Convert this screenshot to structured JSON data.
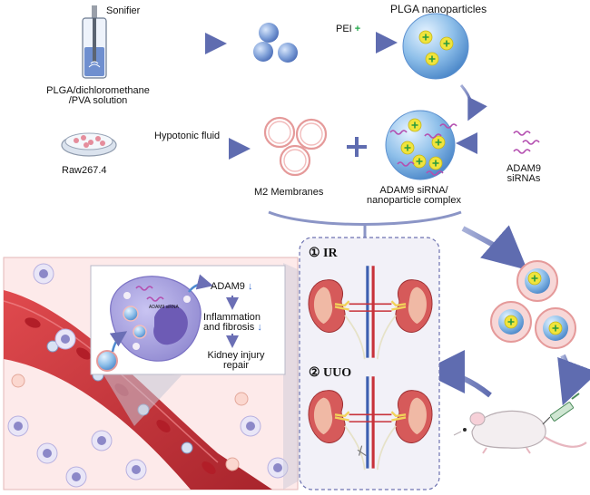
{
  "labels": {
    "sonifier": "Sonifier",
    "solution_line1": "PLGA/dichloromethane",
    "solution_line2": "/PVA solution",
    "pei": "PEI",
    "pei_plus": "+",
    "plga_nanoparticles": "PLGA nanoparticles",
    "raw_cells": "Raw267.4",
    "hypotonic_fluid": "Hypotonic fluid",
    "m2_membranes": "M2 Membranes",
    "complex_line1": "ADAM9 siRNA/",
    "complex_line2": "nanoparticle complex",
    "adam9_line1": "ADAM9",
    "adam9_line2": "siRNAs",
    "ir": "① IR",
    "uuo": "② UUO",
    "cell_adam9": "ADAM9",
    "cell_adam9_arrow": "↓",
    "inflammation_line1": "Inflammation",
    "inflammation_line2": "and fibrosis",
    "inflammation_arrow": "↓",
    "repair_line1": "Kidney injury",
    "repair_line2": "repair",
    "sirna_tag": "ADAM9 siRNA"
  },
  "colors": {
    "arrow": "#7d88bf",
    "particle": "#7fa0d8",
    "particle_dark": "#4d6fb8",
    "plus_badge": "#f0e43c",
    "membrane": "#e8a4a4",
    "sirna": "#b44fb0",
    "pei_plus": "#22a84a",
    "vessel": "#c8323a",
    "kidney": "#d65a5a",
    "macrophage": "#9c96d8",
    "panel_bg": "#fdeaea"
  },
  "icons": [
    "tube-icon",
    "petri-dish-icon",
    "kidney-icon",
    "mouse-icon",
    "syringe-icon",
    "macrophage-icon"
  ]
}
